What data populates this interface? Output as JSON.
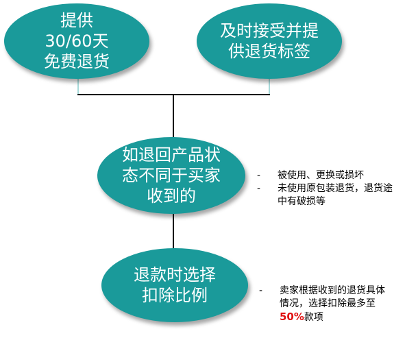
{
  "nodes": {
    "top_left": {
      "lines": [
        "提供",
        "30/60天",
        "免费退货"
      ]
    },
    "top_right": {
      "lines": [
        "及时接受并提",
        "供退货标签"
      ]
    },
    "middle": {
      "lines": [
        "如退回产品状",
        "态不同于买家",
        "收到的"
      ]
    },
    "bottom": {
      "lines": [
        "退款时选择",
        "扣除比例"
      ]
    }
  },
  "notes": {
    "middle": [
      {
        "dash": "-",
        "text": "被使用、更换或损坏"
      },
      {
        "dash": "-",
        "line1": "未使用原包装退货，退货途",
        "line2": "中有破损等"
      }
    ],
    "bottom": {
      "dash": "-",
      "line1": "卖家根据收到的退货具体",
      "line2": "情况，选择扣除最多至",
      "highlight": "50%",
      "tail": "款项"
    }
  },
  "colors": {
    "node_fill": "#1a9a9a",
    "node_text": "#ffffff",
    "connector": "#000000",
    "connector_light": "#a8dada",
    "highlight": "#e01010"
  }
}
